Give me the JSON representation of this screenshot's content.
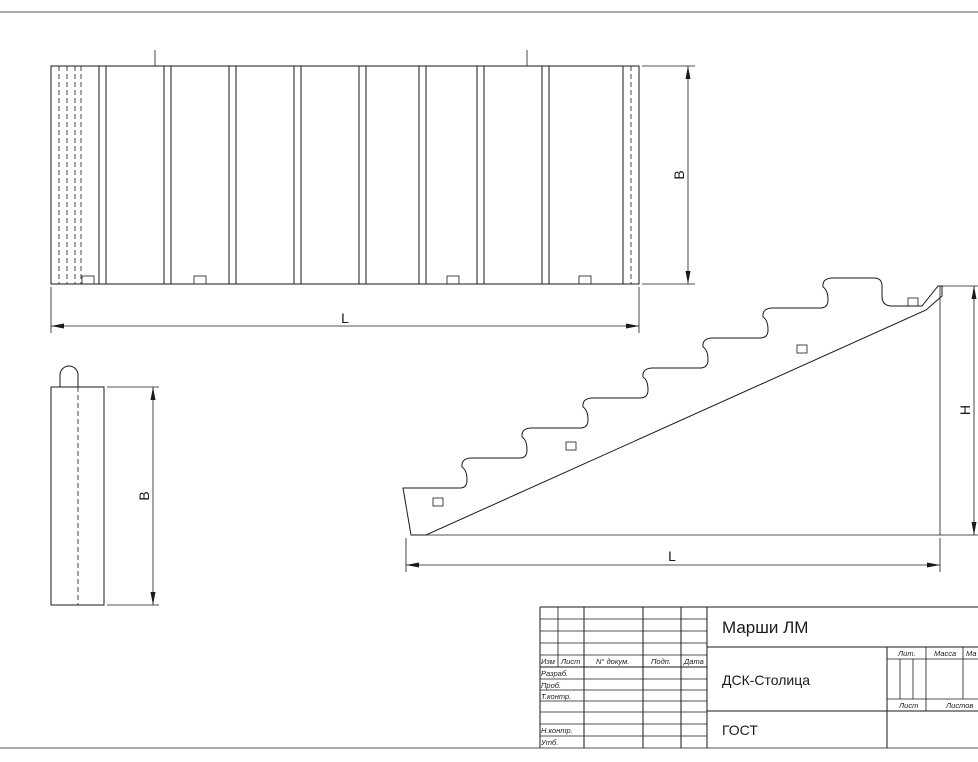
{
  "dimensions": {
    "top_view_length": "L",
    "top_view_width": "B",
    "end_view_width": "B",
    "side_view_length": "L",
    "side_view_height": "H"
  },
  "title_block": {
    "product": "Марши ЛМ",
    "organization": "ДСК-Столица",
    "standard": "ГОСТ",
    "header": {
      "izm": "Изм",
      "list": "Лист",
      "doc_no": "N° докум.",
      "sign": "Подп.",
      "date": "Дата"
    },
    "rows": {
      "razrab": "Разраб.",
      "prov": "Проб.",
      "tkontr": "Т.контр.",
      "nkontr": "Н.контр.",
      "utv": "Утб."
    },
    "right": {
      "lit": "Лит.",
      "massa": "Масса",
      "masshtab": "Ма",
      "list": "Лист",
      "listov": "Листов"
    }
  }
}
